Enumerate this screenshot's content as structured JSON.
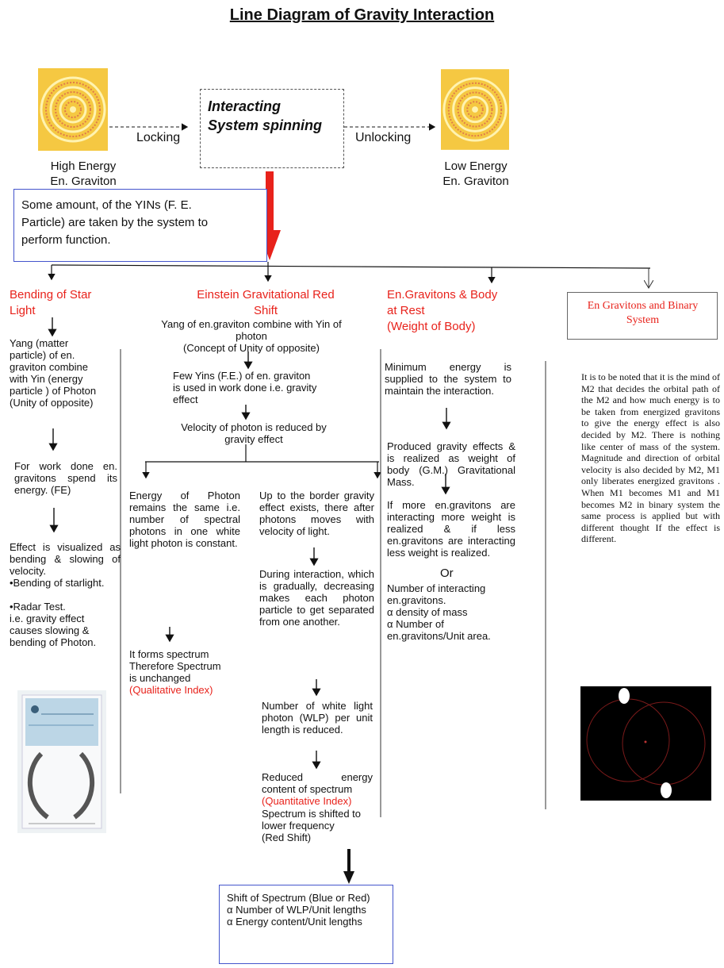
{
  "title": "Line Diagram of Gravity Interaction",
  "top": {
    "high_energy": "High Energy\nEn. Graviton",
    "low_energy": "Low Energy\nEn. Graviton",
    "locking": "Locking",
    "unlocking": "Unlocking",
    "center": "Interacting\nSystem spinning",
    "yin_note": "Some amount, of the YINs (F. E.\nParticle) are taken by the system to\nperform function."
  },
  "col1": {
    "heading": "Bending of Star\nLight",
    "t1": "Yang (matter\nparticle) of en.\ngraviton combine\nwith Yin (energy\nparticle ) of Photon\n(Unity of opposite)",
    "t2": "For work done en. gravitons spend its energy. (FE)",
    "t3": "Effect is visualized as bending & slowing of velocity.",
    "t4": "•Bending of starlight.",
    "t5": "•Radar Test.\ni.e. gravity effect\ncauses slowing &\nbending of Photon."
  },
  "col2": {
    "heading": "Einstein Gravitational Red\nShift",
    "t1": "Yang of en.graviton combine with Yin of\nphoton\n(Concept of Unity of opposite)",
    "t2": "Few Yins (F.E.) of en. graviton\nis used in work done i.e. gravity\neffect",
    "t3": "Velocity of photon is reduced by\ngravity effect",
    "left1": "Energy of Photon remains the same i.e. number of spectral photons in one white light photon is constant.",
    "left2": "It forms spectrum\nTherefore Spectrum\nis unchanged",
    "left2_red": "(Qualitative Index)",
    "right1": "Up to the border gravity effect exists, there after photons moves with velocity of light.",
    "right2": "During interaction, which is gradually, decreasing makes each photon particle to get separated from one another.",
    "right3": "Number of white light photon (WLP) per unit length is reduced.",
    "right4": "Reduced energy content of spectrum",
    "right4_red": "(Quantitative Index)",
    "right5": "Spectrum is shifted to\nlower frequency\n(Red Shift)",
    "bottom": "Shift of Spectrum (Blue or Red)\nα   Number of WLP/Unit lengths\nα    Energy content/Unit lengths"
  },
  "col3": {
    "heading": "En.Gravitons & Body\nat Rest",
    "heading_sub": "(Weight of Body)",
    "t1": "Minimum energy is supplied to the system to maintain the interaction.",
    "t2": "Produced gravity effects & is realized as weight of body (G.M.) Gravitational Mass.",
    "t3": "If more en.gravitons are interacting more weight is realized & if less en.gravitons are interacting less weight is realized.",
    "or": "Or",
    "t4": "Number of interacting\nen.gravitons.\nα   density of mass\nα  Number of\n     en.gravitons/Unit area."
  },
  "col4": {
    "heading": "En Gravitons and Binary\nSystem",
    "text": "It is to be noted that it is the mind of M2 that decides the orbital path of the M2 and how much energy is to be taken from energized gravitons to give the energy effect is also decided by M2. There is nothing like center of mass of the system. Magnitude and direction of orbital velocity is also decided by M2, M1 only liberates energized gravitons . When M1 becomes M1 and M1 becomes M2 in binary system the same process is applied but with different thought If the effect is different."
  },
  "colors": {
    "heading_red": "#e8221b",
    "box_blue": "#4455cc",
    "arrow_red": "#e8221b"
  }
}
